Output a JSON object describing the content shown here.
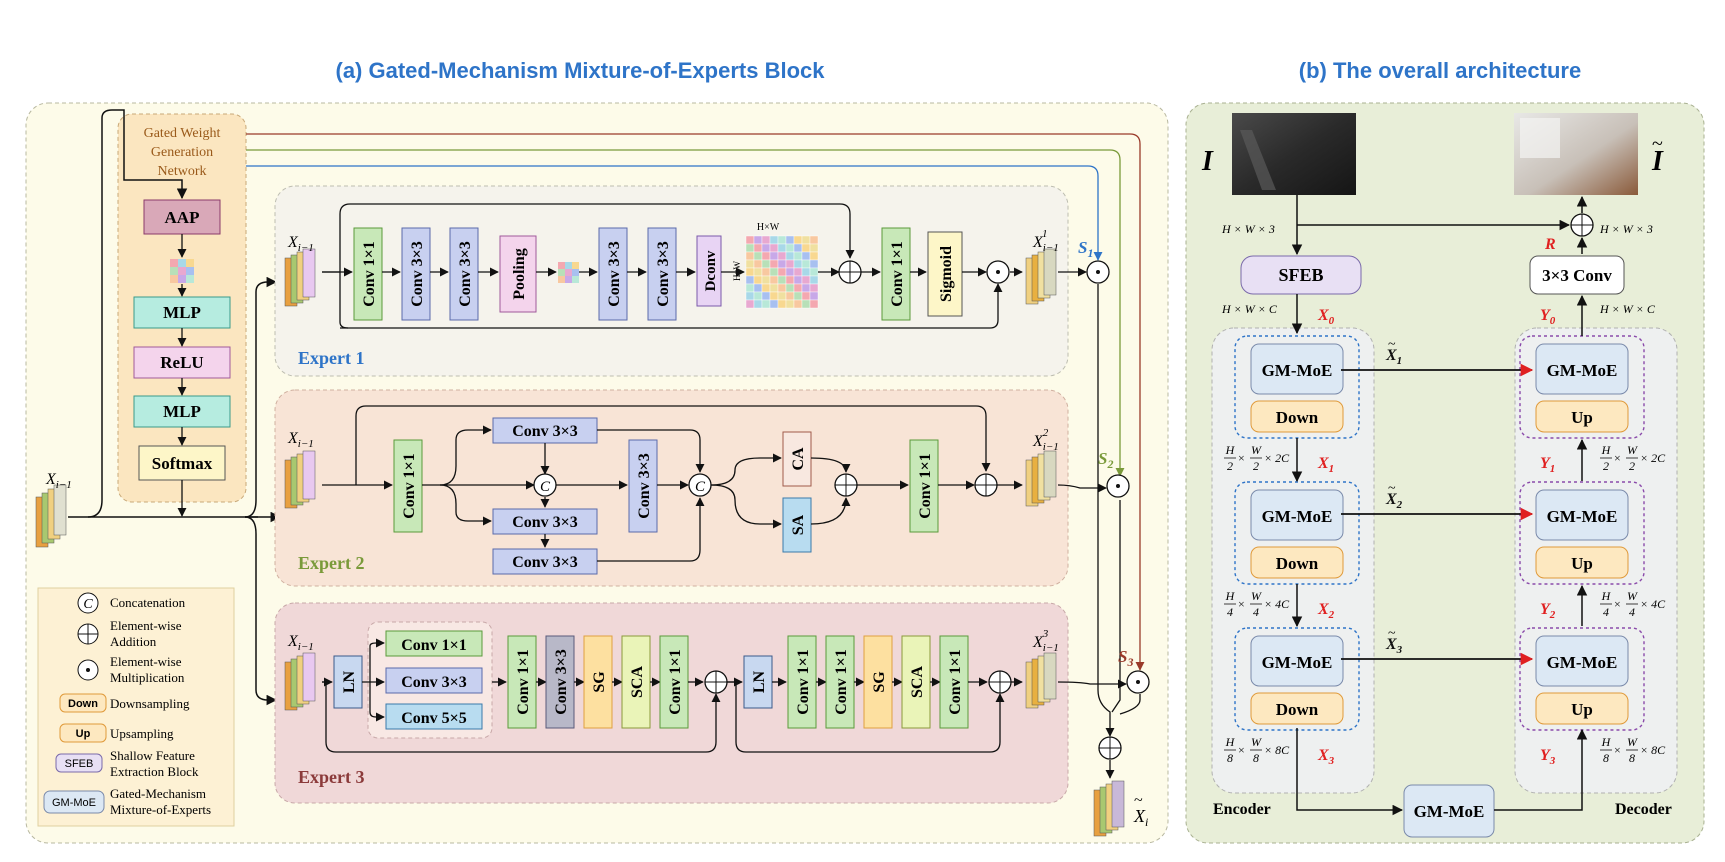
{
  "titles": {
    "a": "(a) Gated-Mechanism Mixture-of-Experts Block",
    "b": "(b) The overall architecture"
  },
  "gate": {
    "label1": "Gated Weight",
    "label2": "Generation",
    "label3": "Network",
    "aap": "AAP",
    "mlp": "MLP",
    "relu": "ReLU",
    "softmax": "Softmax"
  },
  "symbols": {
    "x_prev": "X",
    "x_prev_sub": "i−1",
    "s1": "S",
    "s1_sub": "1",
    "s2": "S",
    "s2_sub": "2",
    "s3": "S",
    "s3_sub": "3",
    "sup1": "1",
    "sup2": "2",
    "sup3": "3",
    "out": "X",
    "out_sub": "i",
    "tilde": "~",
    "dot": "·",
    "concat": "C",
    "hw": "H×W"
  },
  "experts": {
    "e1": {
      "name": "Expert 1",
      "blocks": [
        "Conv 1×1",
        "Conv 3×3",
        "Conv 3×3",
        "Pooling",
        "Conv 3×3",
        "Conv 3×3",
        "Dconv",
        "Conv 1×1",
        "Sigmoid"
      ]
    },
    "e2": {
      "name": "Expert 2",
      "conv1": "Conv 1×1",
      "top": "Conv 3×3",
      "mid": "Conv 3×3",
      "bot": "Conv 3×3",
      "vert": "Conv 3×3",
      "ca": "CA",
      "sa": "SA",
      "conv_out": "Conv 1×1"
    },
    "e3": {
      "name": "Expert 3",
      "ln1": "LN",
      "par1": "Conv 1×1",
      "par2": "Conv 3×3",
      "par3": "Conv 5×5",
      "seq1": [
        "Conv 1×1",
        "Conv 3×3",
        "SG",
        "SCA",
        "Conv 1×1"
      ],
      "ln2": "LN",
      "seq2": [
        "Conv 1×1",
        "Conv 1×1",
        "SG",
        "SCA",
        "Conv 1×1"
      ]
    }
  },
  "legend": [
    {
      "sym": "C",
      "text1": "Concatenation",
      "text2": ""
    },
    {
      "sym": "+",
      "text1": "Element-wise",
      "text2": "Addition"
    },
    {
      "sym": "·",
      "text1": "Element-wise",
      "text2": "Multiplication"
    },
    {
      "sym": "Down",
      "text1": "Downsampling",
      "text2": ""
    },
    {
      "sym": "Up",
      "text1": "Upsampling",
      "text2": ""
    },
    {
      "sym": "SFEB",
      "text1": "Shallow Feature",
      "text2": "Extraction Block"
    },
    {
      "sym": "GM-MoE",
      "text1": "Gated-Mechanism",
      "text2": "Mixture-of-Experts"
    }
  ],
  "arch": {
    "input": "I",
    "output": "I",
    "sfeb": "SFEB",
    "conv": "3×3 Conv",
    "gm": "GM-MoE",
    "down": "Down",
    "up": "Up",
    "encoder": "Encoder",
    "decoder": "Decoder",
    "R": "R",
    "dim_hw3": "H × W × 3",
    "dim_hwc": "H × W × C",
    "dim_2c": "× 2C",
    "dim_4c": "× 4C",
    "dim_8c": "× 8C",
    "frac_h2": "H",
    "frac_2": "2",
    "frac_w": "W",
    "frac_4": "4",
    "frac_8": "8",
    "times": "×",
    "X": "X",
    "Y": "Y",
    "sub0": "0",
    "sub1": "1",
    "sub2": "2",
    "sub3": "3"
  },
  "colors": {
    "title_blue": "#2e74c8",
    "red_label": "#e02020",
    "expert1": "#2e74c8",
    "expert2": "#7a9a3a",
    "expert3": "#8b3a3a",
    "s3": "#9a3a2a"
  }
}
